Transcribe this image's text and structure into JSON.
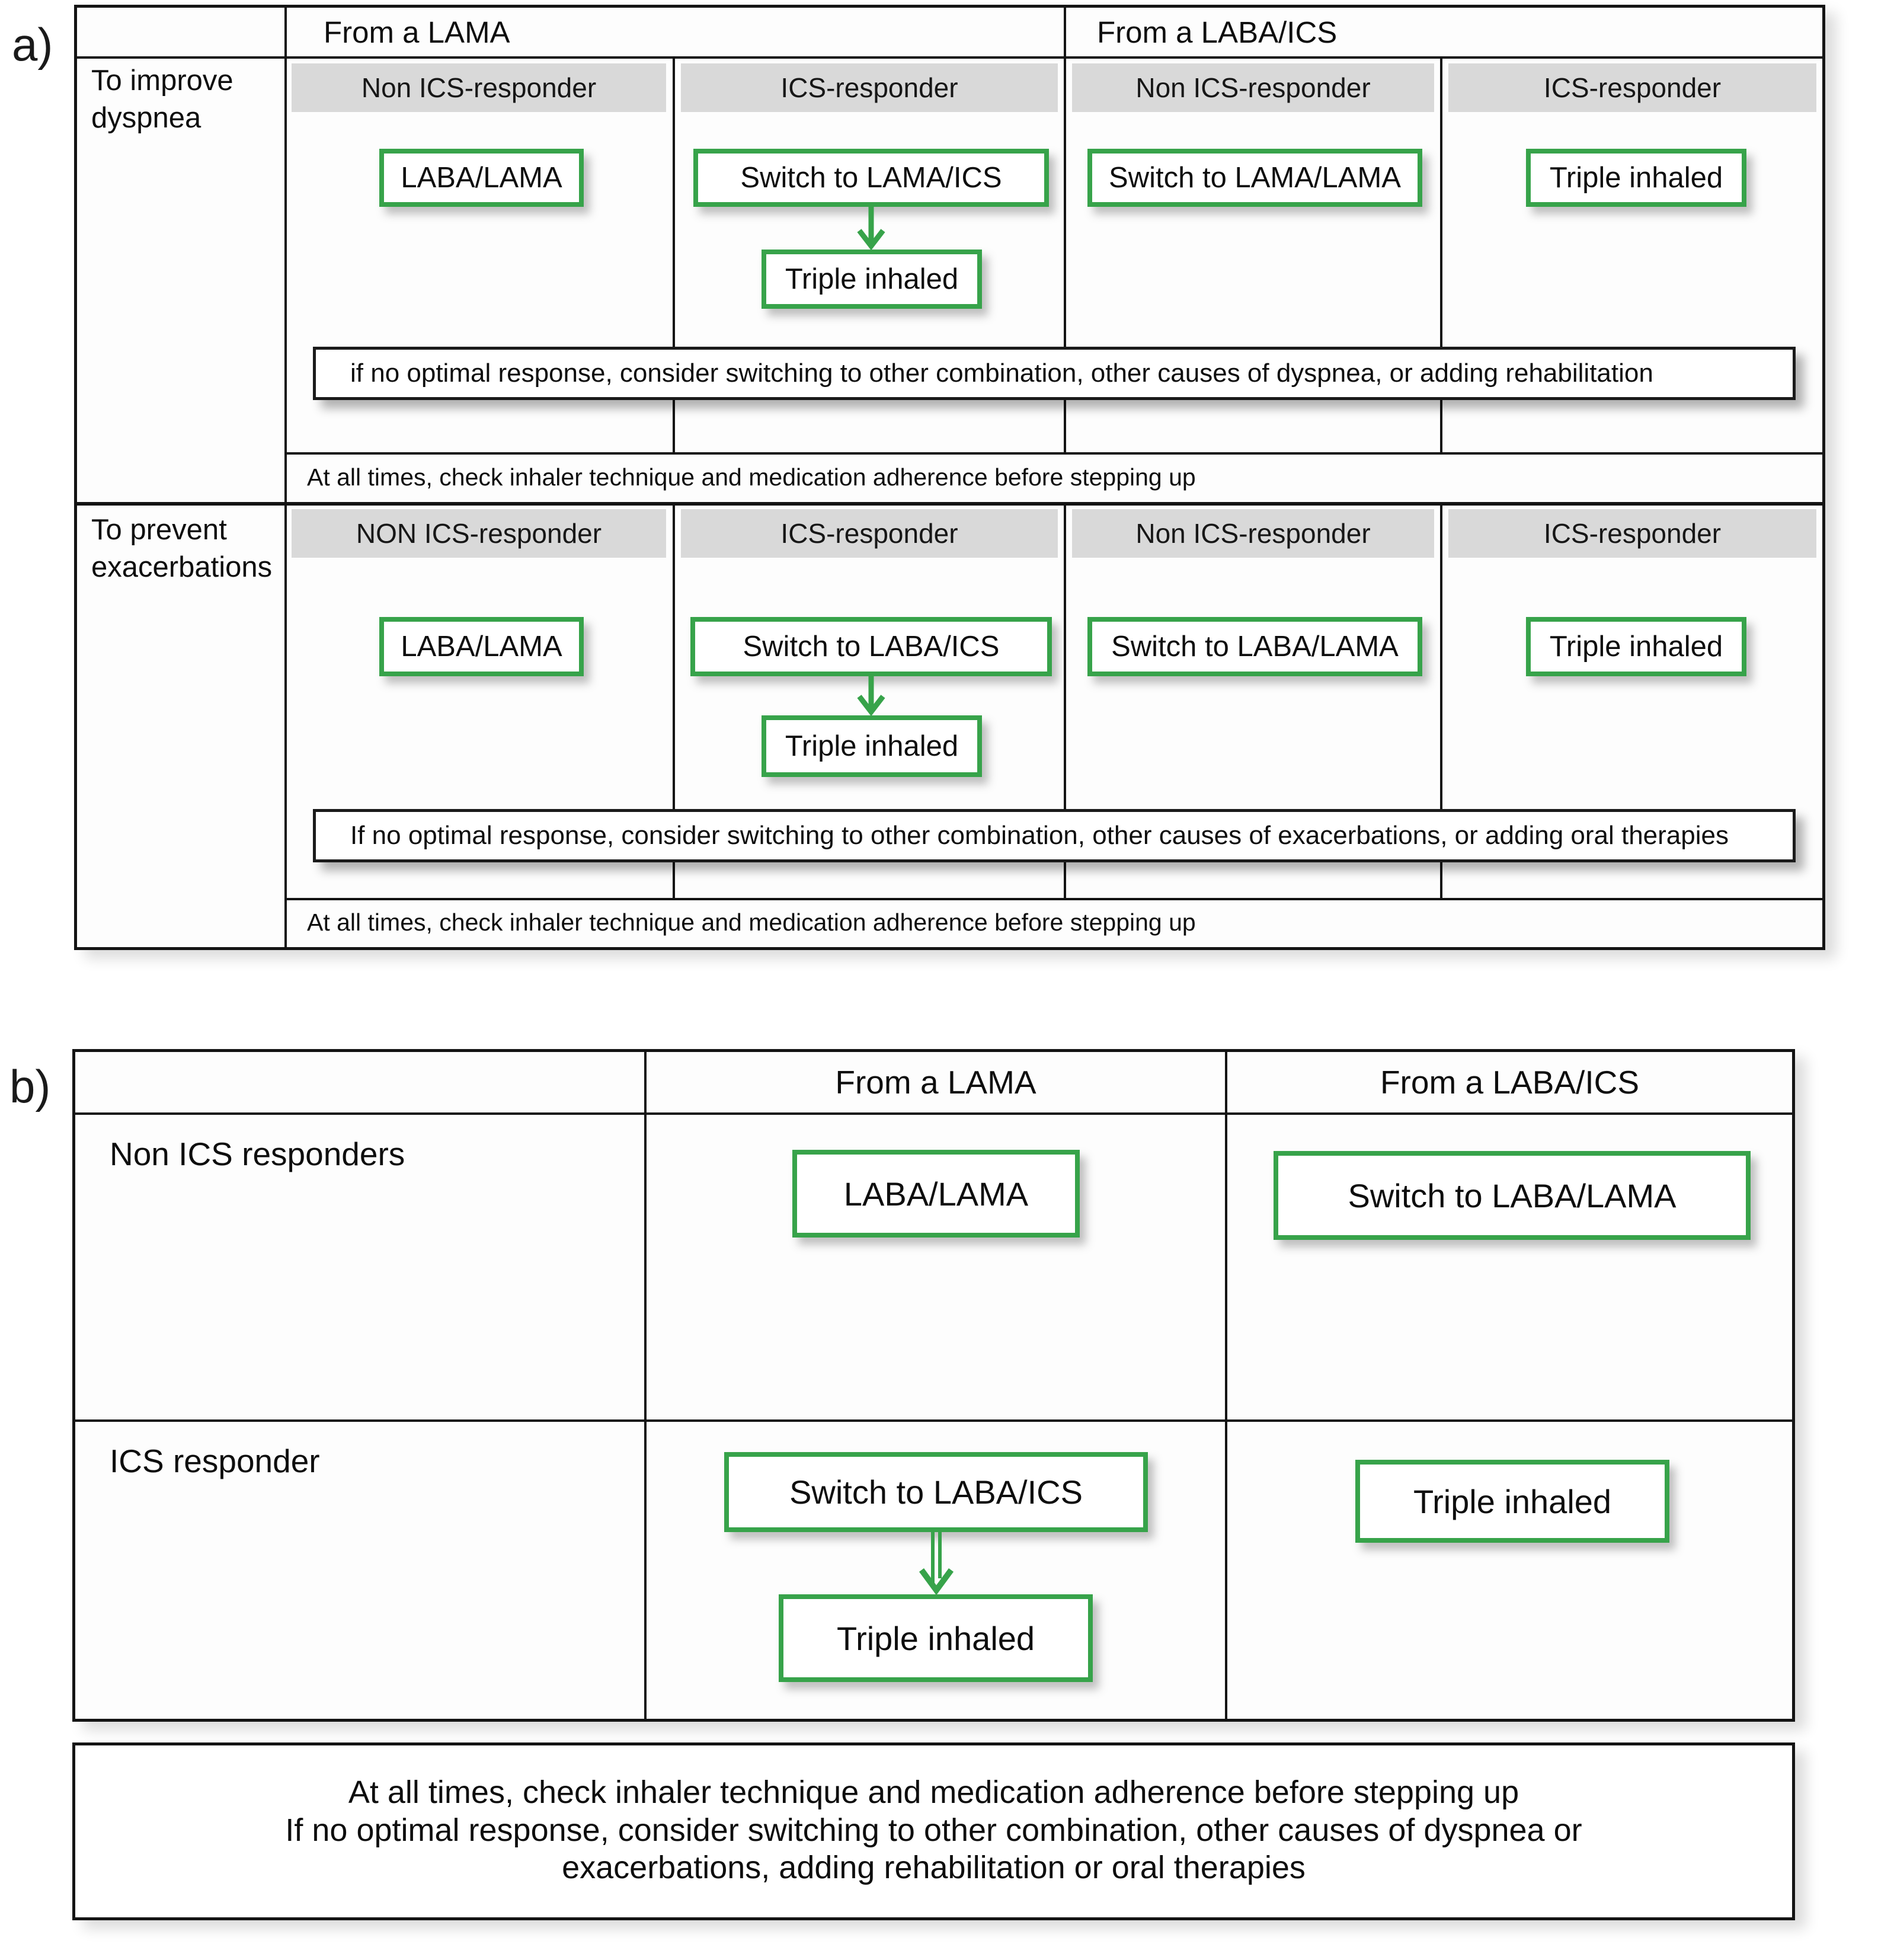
{
  "panels": {
    "a": {
      "label": "a)",
      "headers": {
        "lama": "From a LAMA",
        "labaics": "From a LABA/ICS"
      },
      "rows": [
        {
          "label": "To improve dyspnea",
          "subheaders": [
            "Non ICS-responder",
            "ICS-responder",
            "Non ICS-responder",
            "ICS-responder"
          ],
          "box1": "LABA/LAMA",
          "box2": "Switch to LAMA/ICS",
          "box2_step": "Triple inhaled",
          "box3": "Switch to LAMA/LAMA",
          "box4": "Triple inhaled",
          "note": "if no optimal response, consider switching to other combination, other causes of dyspnea, or adding rehabilitation",
          "footer": "At all times, check inhaler technique and medication adherence before stepping up"
        },
        {
          "label": "To prevent exacerbations",
          "subheaders": [
            "NON ICS-responder",
            "ICS-responder",
            "Non ICS-responder",
            "ICS-responder"
          ],
          "box1": "LABA/LAMA",
          "box2": "Switch to LABA/ICS",
          "box2_step": "Triple inhaled",
          "box3": "Switch to LABA/LAMA",
          "box4": "Triple inhaled",
          "note": "If no optimal response, consider switching to other combination, other causes of exacerbations, or adding oral therapies",
          "footer": "At all times, check inhaler technique and medication adherence before stepping up"
        }
      ]
    },
    "b": {
      "label": "b)",
      "headers": {
        "lama": "From a LAMA",
        "labaics": "From a LABA/ICS"
      },
      "rows": [
        {
          "label": "Non ICS responders",
          "box_lama": "LABA/LAMA",
          "box_labaics": "Switch to LABA/LAMA"
        },
        {
          "label": "ICS responder",
          "box_lama": "Switch to LABA/ICS",
          "box_lama_step": "Triple inhaled",
          "box_labaics": "Triple inhaled"
        }
      ],
      "footer_lines": [
        "At all times, check inhaler technique and medication adherence before stepping up",
        "If no optimal response, consider switching to other combination, other causes of dyspnea or",
        "exacerbations, adding rehabilitation or oral therapies"
      ]
    }
  },
  "colors": {
    "accent_green": "#37a34a",
    "header_gray": "#d9d9d9",
    "line_black": "#141414"
  }
}
